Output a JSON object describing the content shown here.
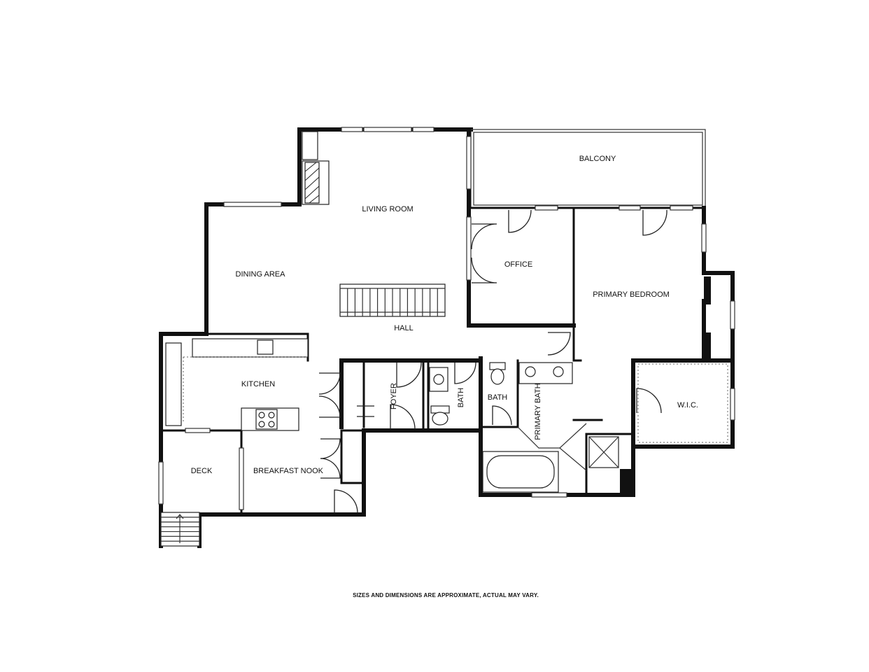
{
  "rooms": {
    "balcony": "BALCONY",
    "living_room": "LIVING ROOM",
    "dining_area": "DINING AREA",
    "office": "OFFICE",
    "primary_bedroom": "PRIMARY BEDROOM",
    "hall": "HALL",
    "kitchen": "KITCHEN",
    "foyer": "FOYER",
    "bath_1": "BATH",
    "bath_2": "BATH",
    "primary_bath": "PRIMARY BATH",
    "wic": "W.I.C.",
    "deck": "DECK",
    "breakfast_nook": "BREAKFAST NOOK"
  },
  "disclaimer": "SIZES AND DIMENSIONS ARE APPROXIMATE, ACTUAL MAY VARY."
}
